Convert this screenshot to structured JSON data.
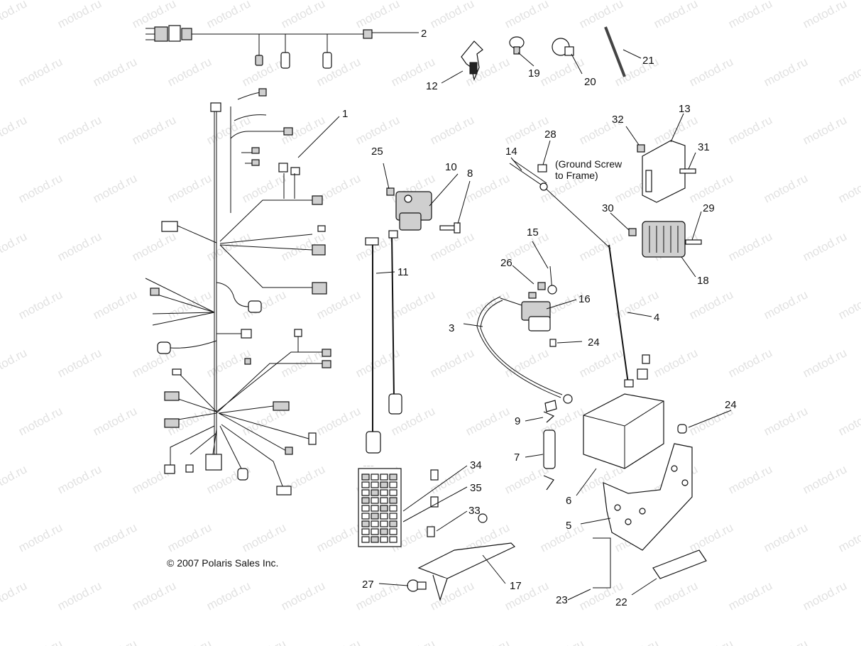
{
  "watermark": {
    "text": "motod.ru"
  },
  "copyright": "© 2007 Polaris Sales Inc.",
  "note": {
    "line1": "(Ground Screw",
    "line2": "to Frame)"
  },
  "callouts": [
    {
      "id": "c1",
      "label": "1"
    },
    {
      "id": "c2",
      "label": "2"
    },
    {
      "id": "c3",
      "label": "3"
    },
    {
      "id": "c4",
      "label": "4"
    },
    {
      "id": "c5",
      "label": "5"
    },
    {
      "id": "c6",
      "label": "6"
    },
    {
      "id": "c7",
      "label": "7"
    },
    {
      "id": "c8",
      "label": "8"
    },
    {
      "id": "c9",
      "label": "9"
    },
    {
      "id": "c10",
      "label": "10"
    },
    {
      "id": "c11",
      "label": "11"
    },
    {
      "id": "c12",
      "label": "12"
    },
    {
      "id": "c13",
      "label": "13"
    },
    {
      "id": "c14",
      "label": "14"
    },
    {
      "id": "c15",
      "label": "15"
    },
    {
      "id": "c16",
      "label": "16"
    },
    {
      "id": "c17",
      "label": "17"
    },
    {
      "id": "c18",
      "label": "18"
    },
    {
      "id": "c19",
      "label": "19"
    },
    {
      "id": "c20",
      "label": "20"
    },
    {
      "id": "c21",
      "label": "21"
    },
    {
      "id": "c22",
      "label": "22"
    },
    {
      "id": "c23",
      "label": "23"
    },
    {
      "id": "c24a",
      "label": "24"
    },
    {
      "id": "c24b",
      "label": "24"
    },
    {
      "id": "c25",
      "label": "25"
    },
    {
      "id": "c26",
      "label": "26"
    },
    {
      "id": "c27",
      "label": "27"
    },
    {
      "id": "c28",
      "label": "28"
    },
    {
      "id": "c29",
      "label": "29"
    },
    {
      "id": "c30",
      "label": "30"
    },
    {
      "id": "c31",
      "label": "31"
    },
    {
      "id": "c32",
      "label": "32"
    },
    {
      "id": "c33",
      "label": "33"
    },
    {
      "id": "c34",
      "label": "34"
    },
    {
      "id": "c35",
      "label": "35"
    }
  ]
}
